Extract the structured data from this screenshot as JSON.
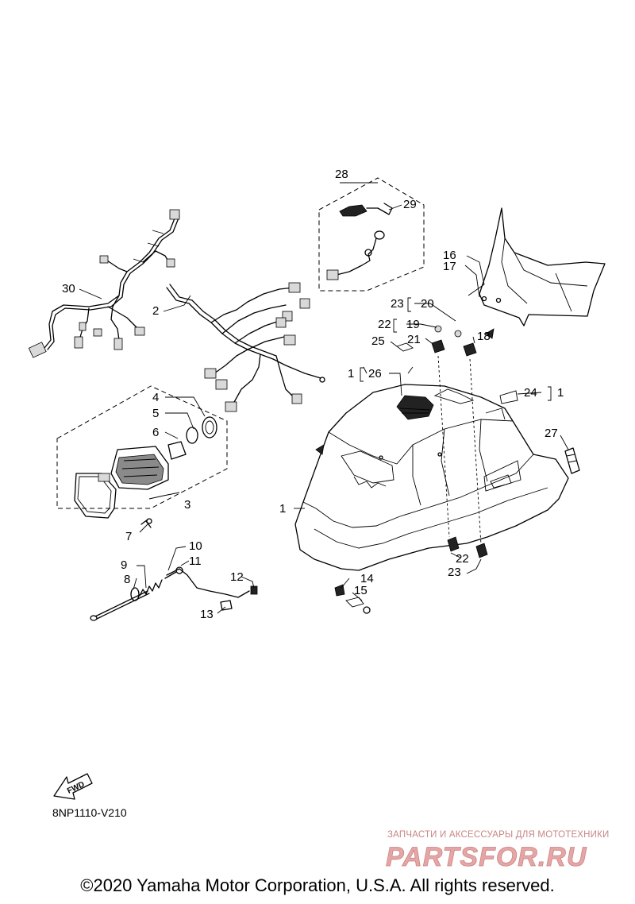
{
  "diagram_code": "8NP1110-V210",
  "fwd_label": "FWD",
  "watermark": {
    "tagline": "ЗАПЧАСТИ И АКСЕССУАРЫ ДЛЯ МОТОТЕХНИКИ",
    "brand": "PARTSFOR.RU",
    "color": "#c98585"
  },
  "copyright": "©2020 Yamaha Motor Corporation, U.S.A. All rights reserved.",
  "callouts": {
    "c1": "1",
    "c1b": "1",
    "c1c": "1",
    "c2": "2",
    "c3": "3",
    "c4": "4",
    "c5": "5",
    "c6": "6",
    "c7": "7",
    "c8": "8",
    "c9": "9",
    "c10": "10",
    "c11": "11",
    "c12": "12",
    "c13": "13",
    "c14": "14",
    "c15": "15",
    "c16": "16",
    "c17": "17",
    "c18": "18",
    "c19": "19",
    "c20": "20",
    "c21": "21",
    "c22": "22",
    "c22b": "22",
    "c23": "23",
    "c23b": "23",
    "c24": "24",
    "c25": "25",
    "c26": "26",
    "c27": "27",
    "c28": "28",
    "c29": "29",
    "c30": "30"
  }
}
